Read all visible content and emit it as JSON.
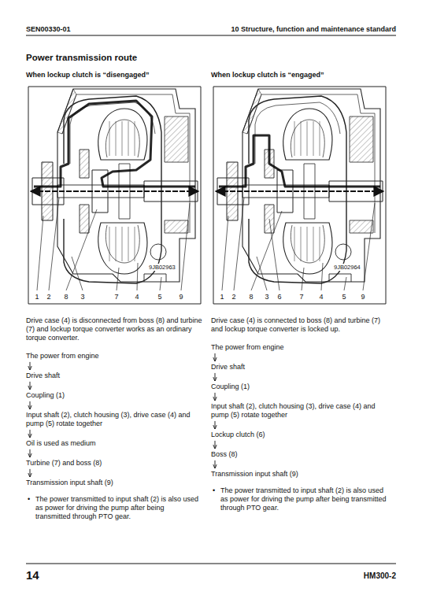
{
  "diagram": {
    "title": "Power transmission route",
    "nodes": [
      {
        "text": [
          "The power from engine"
        ]
      },
      {
        "text": [
          "Drive shaft"
        ]
      },
      {
        "text": [
          "Coupling (1)"
        ]
      },
      {
        "text": [
          "Input shaft (2), clutch housing (3), drive case (4) and pump (5) rotate together"
        ]
      },
      {
        "text": [
          "Oil is used as medium"
        ]
      },
      {
        "text": [
          "Turbine (7) and boss (8)"
        ]
      },
      {
        "text": [
          "Transmission input shaft (9)"
        ]
      },
      {
        "text": [
          "The power from engine"
        ]
      },
      {
        "text": [
          "Drive shaft"
        ]
      },
      {
        "text": [
          "Coupling (1)"
        ]
      },
      {
        "text": [
          "Input shaft (2), clutch housing (3), drive case (4) and pump (5) rotate together"
        ]
      },
      {
        "text": [
          "Lockup clutch (6)"
        ]
      },
      {
        "text": [
          "Boss (8)"
        ]
      },
      {
        "text": [
          "Transmission input shaft (9)"
        ]
      }
    ],
    "edges": [
      {
        "from": 0,
        "to": 1,
        "arrow": "to"
      },
      {
        "from": 1,
        "to": 2,
        "arrow": "to"
      },
      {
        "from": 2,
        "to": 3,
        "arrow": "to"
      },
      {
        "from": 3,
        "to": 4,
        "arrow": "to"
      },
      {
        "from": 4,
        "to": 5,
        "arrow": "to"
      },
      {
        "from": 5,
        "to": 6,
        "arrow": "to"
      },
      {
        "from": 7,
        "to": 8,
        "arrow": "to"
      },
      {
        "from": 8,
        "to": 9,
        "arrow": "to"
      },
      {
        "from": 9,
        "to": 10,
        "arrow": "to"
      },
      {
        "from": 10,
        "to": 11,
        "arrow": "to"
      },
      {
        "from": 11,
        "to": 12,
        "arrow": "to"
      },
      {
        "from": 12,
        "to": 13,
        "arrow": "to"
      }
    ],
    "labels": [
      "SEN00330-01",
      "10 Structure, function and maintenance standard",
      "When lockup clutch is “disengaged”",
      "When lockup clutch is “engaged”",
      "1",
      "2",
      "8",
      "3",
      "7",
      "4",
      "5",
      "9",
      "9JB02963",
      "1",
      "2",
      "8",
      "3",
      "6",
      "7",
      "4",
      "5",
      "9",
      "9JB02964",
      "Drive case (4) is disconnected from boss (8) and turbine (7) and lockup torque converter works as an ordinary torque converter.",
      "Drive case (4) is connected to boss (8) and turbine (7) and lockup torque converter is locked up.",
      "•",
      "The power transmitted to input shaft (2) is also used as power for driving the pump after being transmitted through PTO gear.",
      "•",
      "The power transmitted to input shaft (2) is also used as power for driving the pump after being transmitted through PTO gear.",
      "14",
      "HM300-2"
    ]
  }
}
